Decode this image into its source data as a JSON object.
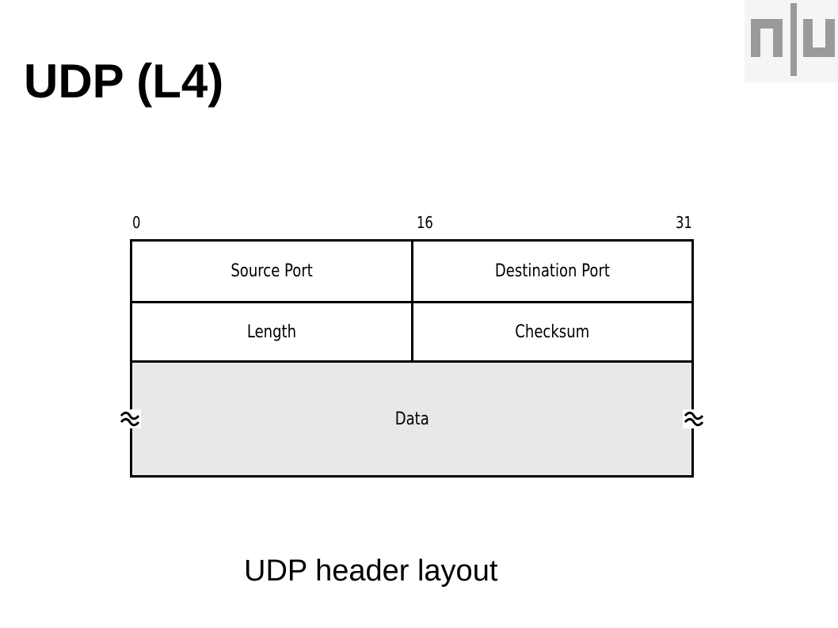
{
  "slide": {
    "title": "UDP (L4)",
    "caption": "UDP header layout",
    "logo_icon": "nlu-logo"
  },
  "diagram": {
    "bit_labels": [
      "0",
      "16",
      "31"
    ],
    "rows": [
      [
        "Source Port",
        "Destination Port"
      ],
      [
        "Length",
        "Checksum"
      ]
    ],
    "data_label": "Data",
    "data_fill": "#e8e8e8",
    "break_icon": "wavy-break-icon"
  }
}
